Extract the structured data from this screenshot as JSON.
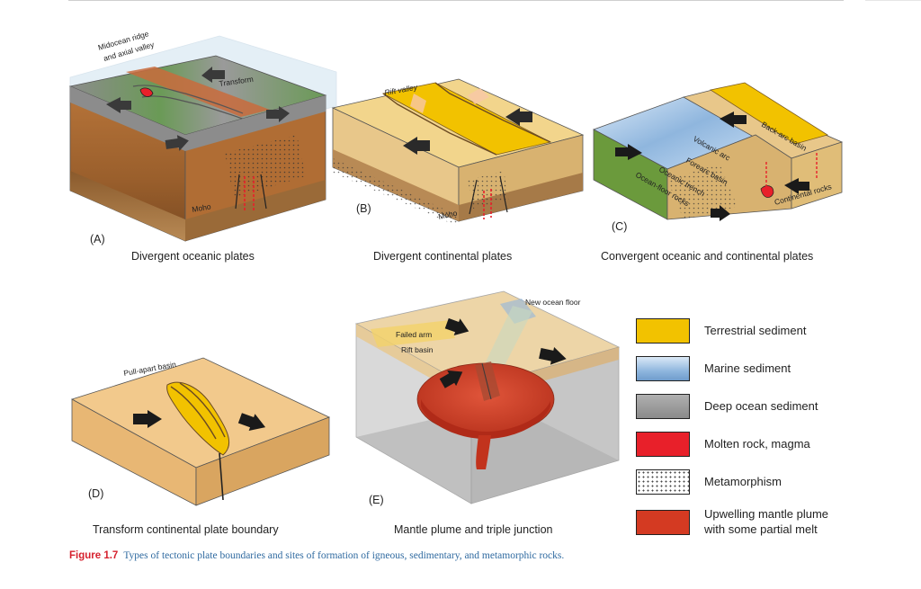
{
  "panels": {
    "a": {
      "letter": "(A)",
      "caption": "Divergent oceanic plates",
      "label_ridge_1": "Midocean ridge",
      "label_ridge_2": "and axial valley",
      "label_transform": "Transform",
      "label_moho": "Moho"
    },
    "b": {
      "letter": "(B)",
      "caption": "Divergent continental plates",
      "label_rift": "Rift  valley",
      "label_moho": "Moho"
    },
    "c": {
      "letter": "(C)",
      "caption": "Convergent oceanic and continental plates",
      "label_volcanic": "Volcanic arc",
      "label_backarc": "Back-arc  basin",
      "label_forearc": "Forearc basin",
      "label_trench": "Oceanic trench",
      "label_ocean_rocks": "Ocean-floor rocks",
      "label_cont_rocks": "Continental rocks"
    },
    "d": {
      "letter": "(D)",
      "caption": "Transform continental plate boundary",
      "label_pullapart": "Pull-apart basin"
    },
    "e": {
      "letter": "(E)",
      "caption": "Mantle plume and triple junction",
      "label_newocean": "New ocean floor",
      "label_failed": "Failed arm",
      "label_rift": "Rift basin"
    }
  },
  "legend": [
    {
      "label": "Terrestrial sediment",
      "color": "#f2c200"
    },
    {
      "label": "Marine sediment",
      "color": "#8fb6de"
    },
    {
      "label": "Deep ocean sediment",
      "color": "#9a9a9a"
    },
    {
      "label": "Molten rock, magma",
      "color": "#e8202a"
    },
    {
      "label": "Metamorphism",
      "color": "#ffffff"
    },
    {
      "label_1": "Upwelling mantle plume",
      "label_2": "with some partial melt",
      "color": "#d43a22"
    }
  ],
  "figure_caption": {
    "number": "Figure 1.7",
    "text": "Types of tectonic plate boundaries and sites of formation of igneous, sedimentary, and metamorphic rocks."
  }
}
